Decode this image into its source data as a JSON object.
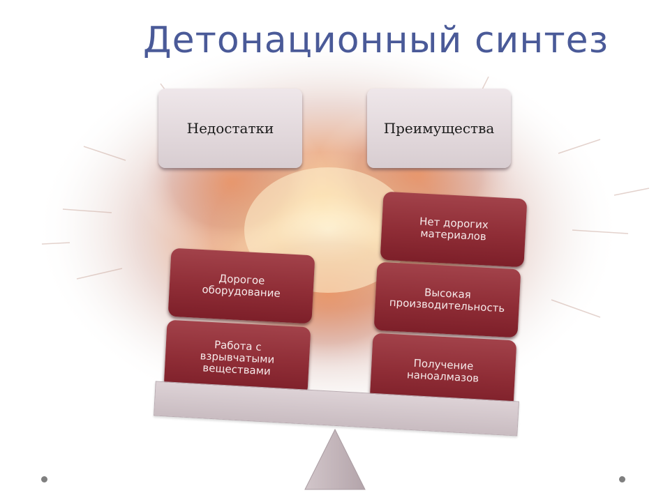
{
  "title": "Детонационный синтез",
  "headers": {
    "left": "Недостатки",
    "right": "Преимущества"
  },
  "disadvantages": [
    "Дорогое\nоборудование",
    "Работа с\nвзрывчатыми\nвеществами"
  ],
  "advantages": [
    "Нет дорогих\nматериалов",
    "Высокая\nпроизводительность",
    "Получение\nнаноалмазов"
  ],
  "colors": {
    "title": "#4a5a98",
    "card": "#8f2d36",
    "header_box": "#e2d8dc",
    "beam": "#d4c8cc"
  }
}
